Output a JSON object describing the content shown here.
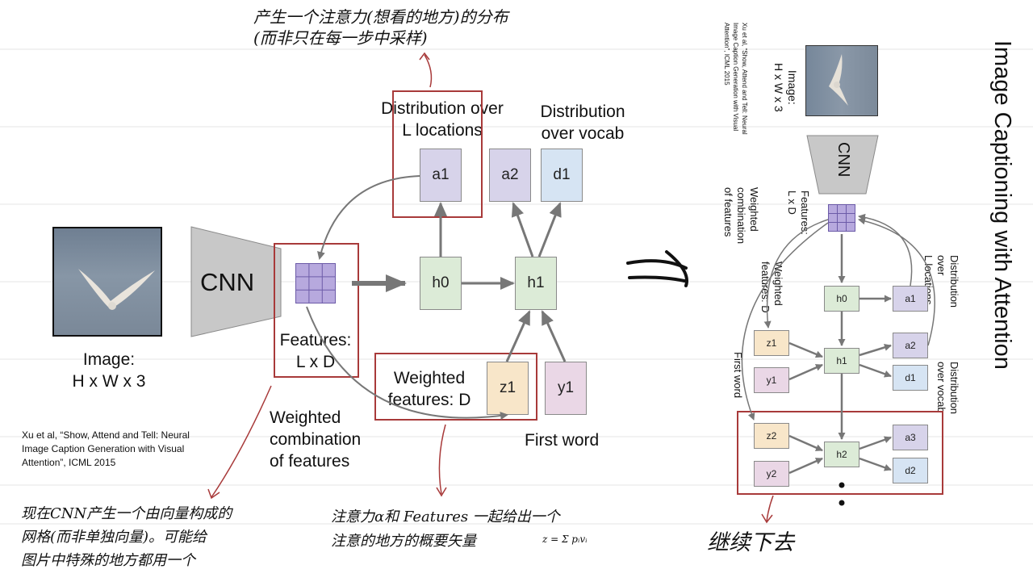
{
  "left": {
    "image_label": "Image:\nH x W x 3",
    "cnn": "CNN",
    "features_label": "Features:\nL x D",
    "h0": "h0",
    "h1": "h1",
    "a1": "a1",
    "a2": "a2",
    "d1": "d1",
    "z1": "z1",
    "y1": "y1",
    "dist_locations": "Distribution over\nL locations",
    "dist_vocab": "Distribution\nover vocab",
    "weighted_features": "Weighted\nfeatures: D",
    "weighted_combination": "Weighted\ncombination\nof features",
    "first_word": "First word",
    "citation": "Xu et al, “Show, Attend and Tell: Neural\nImage Caption Generation with Visual\nAttention”, ICML 2015"
  },
  "right": {
    "title": "Image Captioning with Attention",
    "image_label": "Image:\nH x W x 3",
    "cnn": "CNN",
    "features_label": "Features:\nL x D",
    "weighted_combination": "Weighted\ncombination\nof features",
    "weighted_features": "Weighted\nfeatures: D",
    "first_word": "First word",
    "dist_locations": "Distribution over\nL locations",
    "dist_vocab": "Distribution\nover vocab",
    "citation": "Xu et al, “Show, Attend and Tell: Neural\nImage Caption Generation with Visual\nAttention”, ICML 2015",
    "h0": "h0",
    "h1": "h1",
    "h2": "h2",
    "a1": "a1",
    "a2": "a2",
    "a3": "a3",
    "d1": "d1",
    "d2": "d2",
    "z1": "z1",
    "z2": "z2",
    "y1": "y1",
    "y2": "y2"
  },
  "notes": {
    "top": "产生一个注意力(想看的地方)的分布\n(而非只在每一步中采样)",
    "bottom_left": "现在CNN产生一个由向量构成的\n网格(而非单独向量)。可能给\n图片中特殊的地方都用一个",
    "bottom_mid": "注意力α和 Features 一起给出一个\n注意的地方的概要矢量",
    "formula": "z = Σ pᵢvᵢ",
    "continue": "继续下去"
  },
  "colors": {
    "highlight": "#a83a3a",
    "purple": "#d7d3ea",
    "green": "#dcebd7",
    "blue": "#d6e4f3",
    "tan": "#f8e6c9",
    "pink": "#ead7e6",
    "cnn_gray": "#c8c8c8"
  }
}
